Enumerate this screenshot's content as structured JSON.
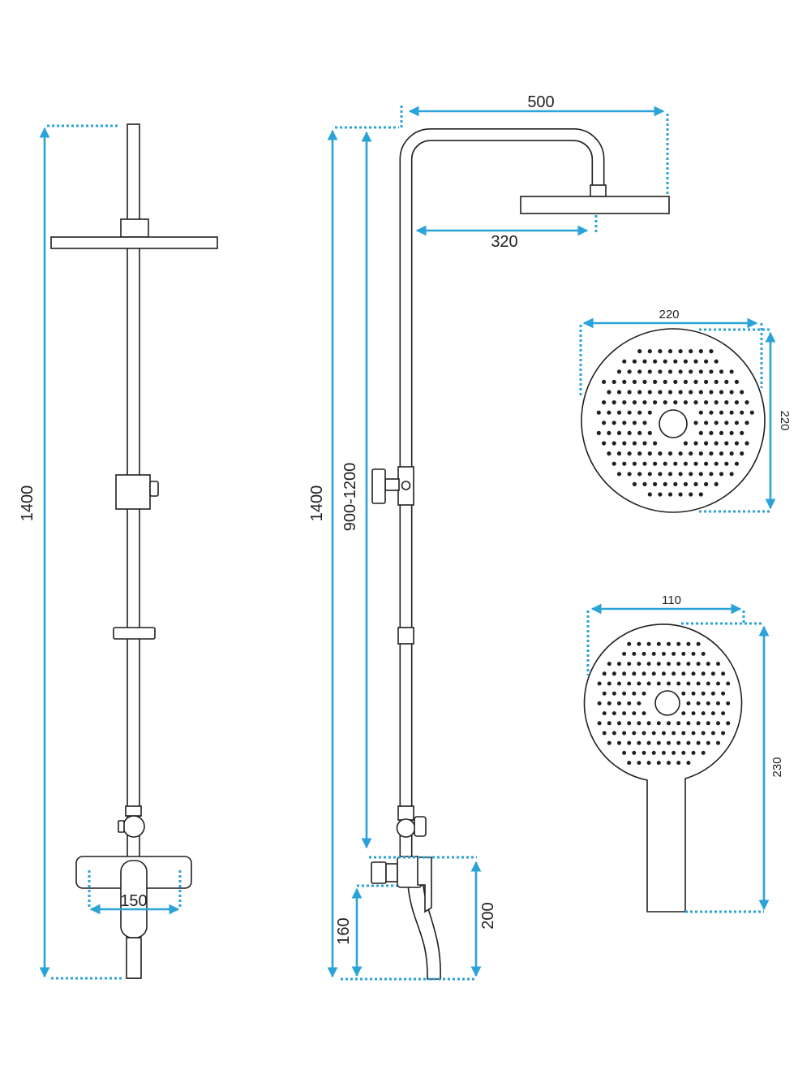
{
  "front_view": {
    "height_label": "1400",
    "mixer_width_label": "150"
  },
  "side_view": {
    "height_label": "1400",
    "adjustable_height_label": "900-1200",
    "arm_length_label": "500",
    "arm_projection_label": "320",
    "spout_height_label": "160",
    "mixer_height_label": "200"
  },
  "overhead_shower": {
    "width_label": "220",
    "height_label": "220"
  },
  "hand_shower": {
    "width_label": "110",
    "length_label": "230"
  },
  "colors": {
    "dimension": "#2aa3d9",
    "outline": "#231f20"
  }
}
